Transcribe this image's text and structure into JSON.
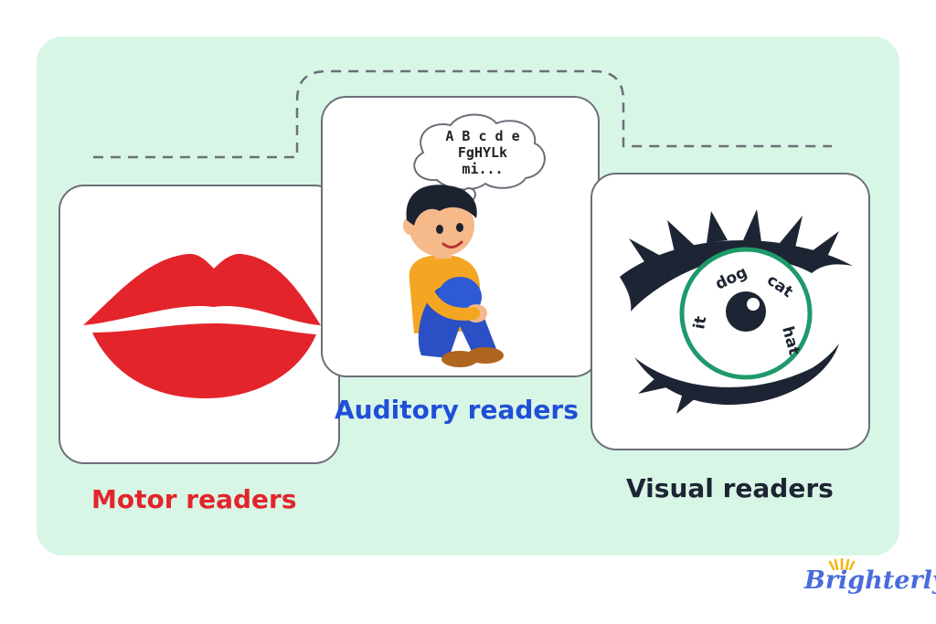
{
  "labels": {
    "motor": "Motor readers",
    "auditory": "Auditory readers",
    "visual": "Visual readers"
  },
  "thought_bubble": {
    "line1": "A B c d e",
    "line2": "FgHYLk",
    "line3": "mi..."
  },
  "eye_words": {
    "dog": "dog",
    "cat": "cat",
    "hat": "hat",
    "it": "it"
  },
  "brand": {
    "name": "Brighterly"
  },
  "colors": {
    "background_panel": "#d8f6e6",
    "motor": "#e3242b",
    "auditory": "#1f4fd8",
    "visual": "#1d2433",
    "card_border": "#6b6f78",
    "iris_ring": "#1e9a6a",
    "brand": "#4a6bdc"
  }
}
